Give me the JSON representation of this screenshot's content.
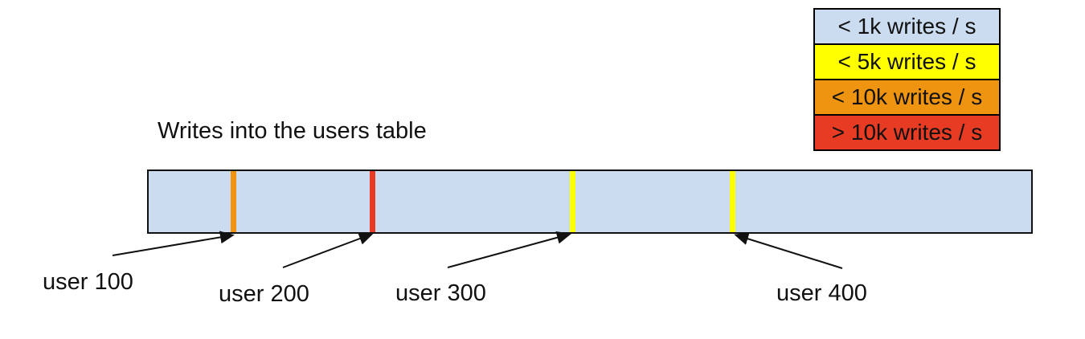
{
  "title": "Writes into the users table",
  "legend": {
    "items": [
      {
        "label": "< 1k writes / s",
        "color": "#ccdcf0"
      },
      {
        "label": "< 5k writes / s",
        "color": "#ffff00"
      },
      {
        "label": "< 10k writes / s",
        "color": "#ef9410"
      },
      {
        "label": "> 10k writes / s",
        "color": "#e83b23"
      }
    ]
  },
  "table_band": {
    "fill": "#ccdcf0",
    "markers": [
      {
        "user": "user 100",
        "color": "#ef9410",
        "position_pct": 9.65
      },
      {
        "user": "user 200",
        "color": "#e83b23",
        "position_pct": 25.4
      },
      {
        "user": "user 300",
        "color": "#ffff00",
        "position_pct": 48.0
      },
      {
        "user": "user 400",
        "color": "#ffff00",
        "position_pct": 66.2
      }
    ]
  },
  "users": [
    "user 100",
    "user 200",
    "user 300",
    "user 400"
  ]
}
